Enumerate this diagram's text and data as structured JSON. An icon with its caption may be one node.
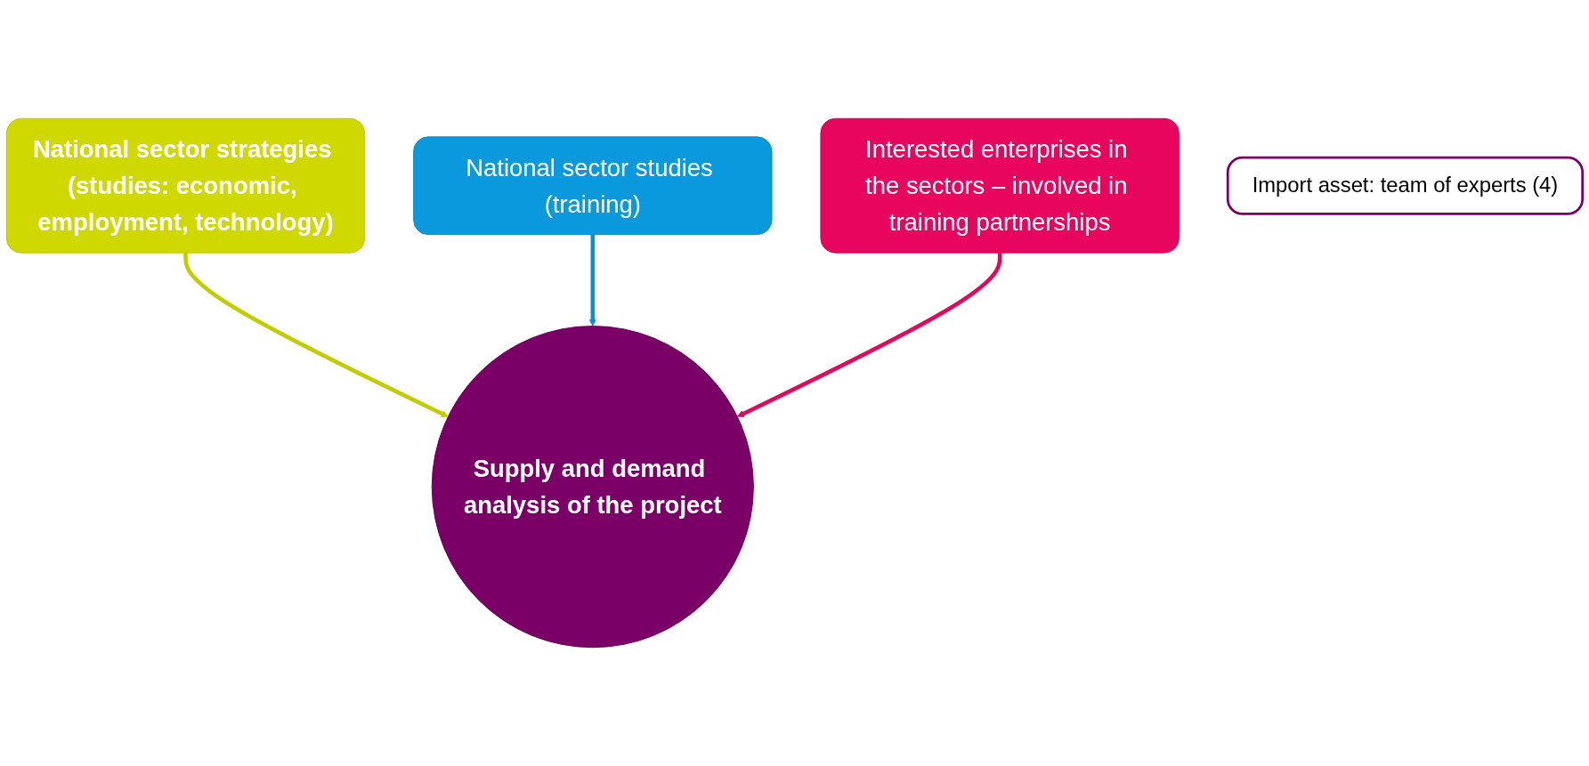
{
  "diagram": {
    "nodes": [
      {
        "text": [
          "National sector strategies (studies: economic, employment, technology)"
        ]
      },
      {
        "text": [
          "National sector studies (training)"
        ]
      },
      {
        "text": [
          "Interested enterprises in the sectors – involved in training partnerships"
        ]
      },
      {
        "text": [
          "Supply and demand analysis of the project"
        ]
      },
      {
        "text": [
          "Import asset: team of experts (4)"
        ]
      }
    ],
    "edges": [
      {
        "from": 0,
        "to": 3,
        "arrow": "to",
        "color": "#c3cc00"
      },
      {
        "from": 1,
        "to": 3,
        "arrow": "to",
        "color": "#0a8fd0"
      },
      {
        "from": 2,
        "to": 3,
        "arrow": "to",
        "color": "#e0095c"
      }
    ]
  }
}
